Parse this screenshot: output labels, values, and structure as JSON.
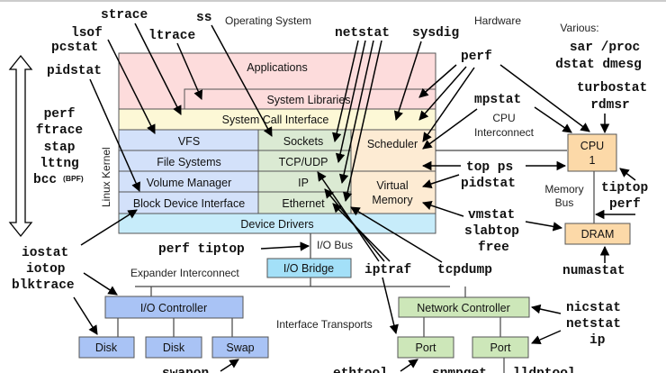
{
  "colors": {
    "applications": "#fddcdc",
    "syscall": "#fdf8d6",
    "kernel_blue": "#d3e1fa",
    "kernel_green": "#dbead3",
    "kernel_orange": "#fdebd3",
    "device_drivers": "#c7ecfa",
    "io_bridge": "#a3e0f8",
    "io_blue": "#a9c3f5",
    "net_green": "#cde7b9",
    "cpu_orange": "#fcd9a8"
  },
  "section_headers": {
    "operating_system": "Operating System",
    "hardware": "Hardware",
    "linux_kernel": "Linux Kernel"
  },
  "os_layers": {
    "applications": "Applications",
    "system_libraries": "System Libraries",
    "system_call_interface": "System Call Interface",
    "vfs": "VFS",
    "file_systems": "File Systems",
    "volume_manager": "Volume Manager",
    "block_device_interface": "Block Device Interface",
    "sockets": "Sockets",
    "tcp_udp": "TCP/UDP",
    "ip": "IP",
    "ethernet": "Ethernet",
    "scheduler": "Scheduler",
    "virtual_memory_1": "Virtual",
    "virtual_memory_2": "Memory",
    "device_drivers": "Device Drivers"
  },
  "hardware": {
    "cpu_1": "CPU",
    "cpu_2": "1",
    "dram": "DRAM",
    "cpu_interconnect_1": "CPU",
    "cpu_interconnect_2": "Interconnect",
    "memory_bus_1": "Memory",
    "memory_bus_2": "Bus",
    "io_bus": "I/O Bus",
    "io_bridge": "I/O Bridge",
    "expander_interconnect": "Expander Interconnect",
    "io_controller": "I/O Controller",
    "disk_1": "Disk",
    "disk_2": "Disk",
    "swap": "Swap",
    "interface_transports": "Interface Transports",
    "network_controller": "Network Controller",
    "port_1": "Port",
    "port_2": "Port"
  },
  "tools": {
    "strace": "strace",
    "ss": "ss",
    "lsof": "lsof",
    "pcstat": "pcstat",
    "ltrace": "ltrace",
    "pidstat_left": "pidstat",
    "netstat_top": "netstat",
    "sysdig": "sysdig",
    "perf_top": "perf",
    "various": "Various:",
    "sar_proc": "sar /proc",
    "dstat_dmesg": "dstat dmesg",
    "turbostat": "turbostat",
    "rdmsr": "rdmsr",
    "mpstat": "mpstat",
    "perf_left": "perf",
    "ftrace": "ftrace",
    "stap": "stap",
    "lttng": "lttng",
    "bcc": "bcc",
    "bpf": "(BPF)",
    "top_ps": "top ps",
    "pidstat_right": "pidstat",
    "tiptop": "tiptop",
    "perf_right": "perf",
    "vmstat": "vmstat",
    "slabtop": "slabtop",
    "free": "free",
    "numastat": "numastat",
    "iostat": "iostat",
    "iotop": "iotop",
    "blktrace": "blktrace",
    "perf_tiptop": "perf tiptop",
    "iptraf": "iptraf",
    "tcpdump": "tcpdump",
    "nicstat": "nicstat",
    "netstat_bottom": "netstat",
    "ip": "ip",
    "swapon": "swapon",
    "ethtool": "ethtool",
    "snmpget": "snmpget",
    "lldptool": "lldptool"
  }
}
